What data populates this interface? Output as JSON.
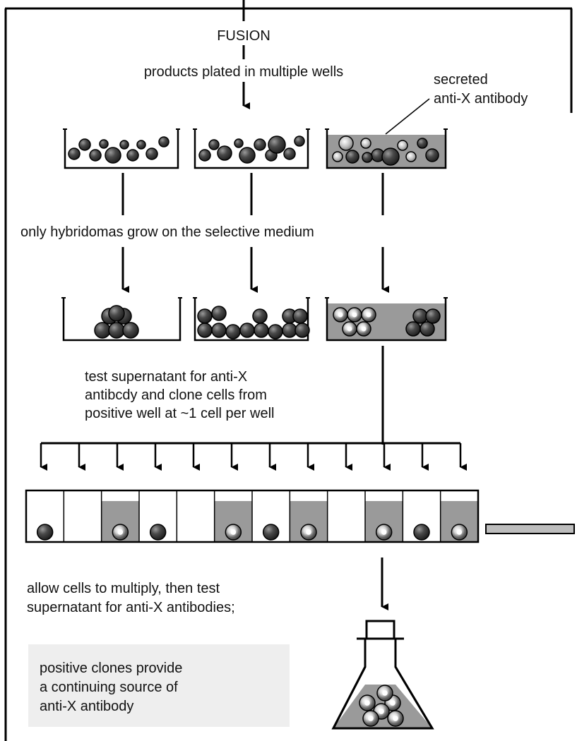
{
  "labels": {
    "fusion": "FUSION",
    "plated": "products plated in multiple wells",
    "secreted_1": "secreted",
    "secreted_2": "anti-X antibody",
    "selective": "only hybridomas grow on the selective medium",
    "test_1": "test supernatant for anti-X",
    "test_2": "antibcdy and clone cells from",
    "test_3": "positive well at ~1 cell per well",
    "multiply_1": "allow cells to multiply, then test",
    "multiply_2": "supernatant for anti-X antibodies;",
    "positive_1": "positive clones provide",
    "positive_2": "a continuing source of",
    "positive_3": "anti-X antibody"
  },
  "clone_wells": [
    {
      "cell": "plain",
      "antibody": false
    },
    {
      "cell": "none",
      "antibody": false
    },
    {
      "cell": "secreting",
      "antibody": true
    },
    {
      "cell": "plain",
      "antibody": false
    },
    {
      "cell": "none",
      "antibody": false
    },
    {
      "cell": "secreting",
      "antibody": true
    },
    {
      "cell": "plain",
      "antibody": false
    },
    {
      "cell": "secreting",
      "antibody": true
    },
    {
      "cell": "none",
      "antibody": false
    },
    {
      "cell": "secreting",
      "antibody": true
    },
    {
      "cell": "plain",
      "antibody": false
    },
    {
      "cell": "secreting",
      "antibody": true
    }
  ],
  "colors": {
    "antibody_medium": "#9a9a9a",
    "cell_dark": "#3a3a3a",
    "panel_bg": "#eeeeee",
    "line": "#000000"
  }
}
